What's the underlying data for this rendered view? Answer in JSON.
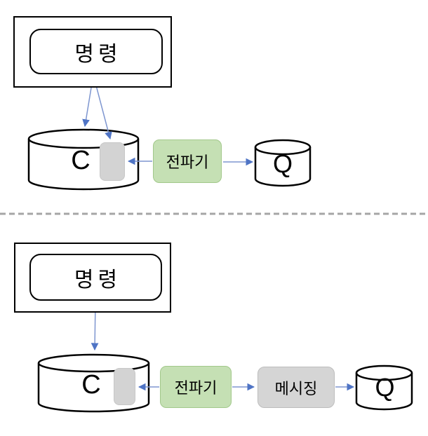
{
  "diagram": {
    "top_section": {
      "command": "명령",
      "store": "C",
      "propagator": "전파기",
      "queue": "Q"
    },
    "bottom_section": {
      "command": "명령",
      "store": "C",
      "propagator": "전파기",
      "messaging": "메시징",
      "queue": "Q"
    },
    "colors": {
      "arrow_line": "#7e96d0",
      "arrow_head": "#4f74c5",
      "propagator_fill": "#c5e0b4",
      "propagator_border": "#a2c88b",
      "messaging_fill": "#d5d5d5",
      "slot_fill": "#d3d3d3",
      "divider": "#a6a6a6",
      "shape_stroke": "#000000",
      "shape_fill": "#ffffff"
    }
  }
}
